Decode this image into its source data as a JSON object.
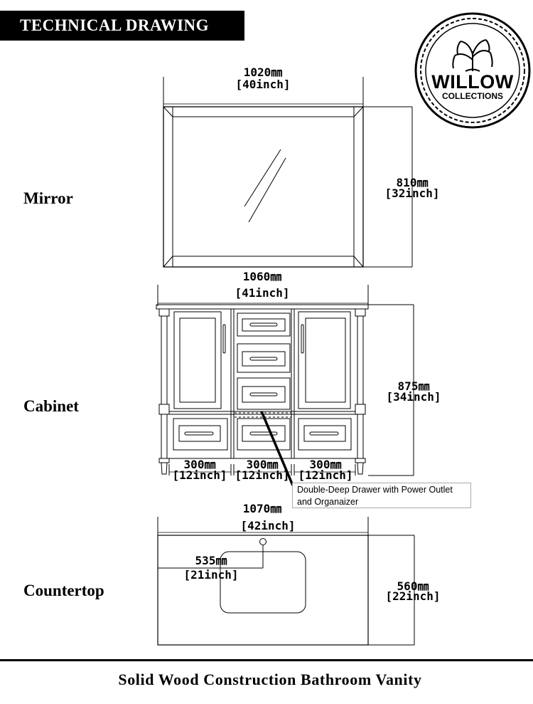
{
  "header": {
    "title": "TECHNICAL DRAWING"
  },
  "logo": {
    "brand": "WILLOW",
    "sub": "COLLECTIONS",
    "icon": "tree-icon"
  },
  "sections": {
    "mirror": "Mirror",
    "cabinet": "Cabinet",
    "countertop": "Countertop"
  },
  "dimensions": {
    "mirror_width_mm": "1020㎜",
    "mirror_width_in": "[40inch]",
    "mirror_height_mm": "810㎜",
    "mirror_height_in": "[32inch]",
    "cabinet_width_mm": "1060㎜",
    "cabinet_width_in": "[41inch]",
    "cabinet_height_mm": "875㎜",
    "cabinet_height_in": "[34inch]",
    "cabinet_left_mm": "300㎜",
    "cabinet_left_in": "[12inch]",
    "cabinet_mid_mm": "300㎜",
    "cabinet_mid_in": "[12inch]",
    "cabinet_right_mm": "300㎜",
    "cabinet_right_in": "[12inch]",
    "counter_width_mm": "1070㎜",
    "counter_width_in": "[42inch]",
    "counter_depth_mm": "560㎜",
    "counter_depth_in": "[22inch]",
    "sink_offset_mm": "535㎜",
    "sink_offset_in": "[21inch]"
  },
  "callout": {
    "line1": "Double-Deep Drawer with Power Outlet",
    "line2": "and Organaizer"
  },
  "footer": {
    "title": "Solid Wood Construction Bathroom Vanity"
  }
}
